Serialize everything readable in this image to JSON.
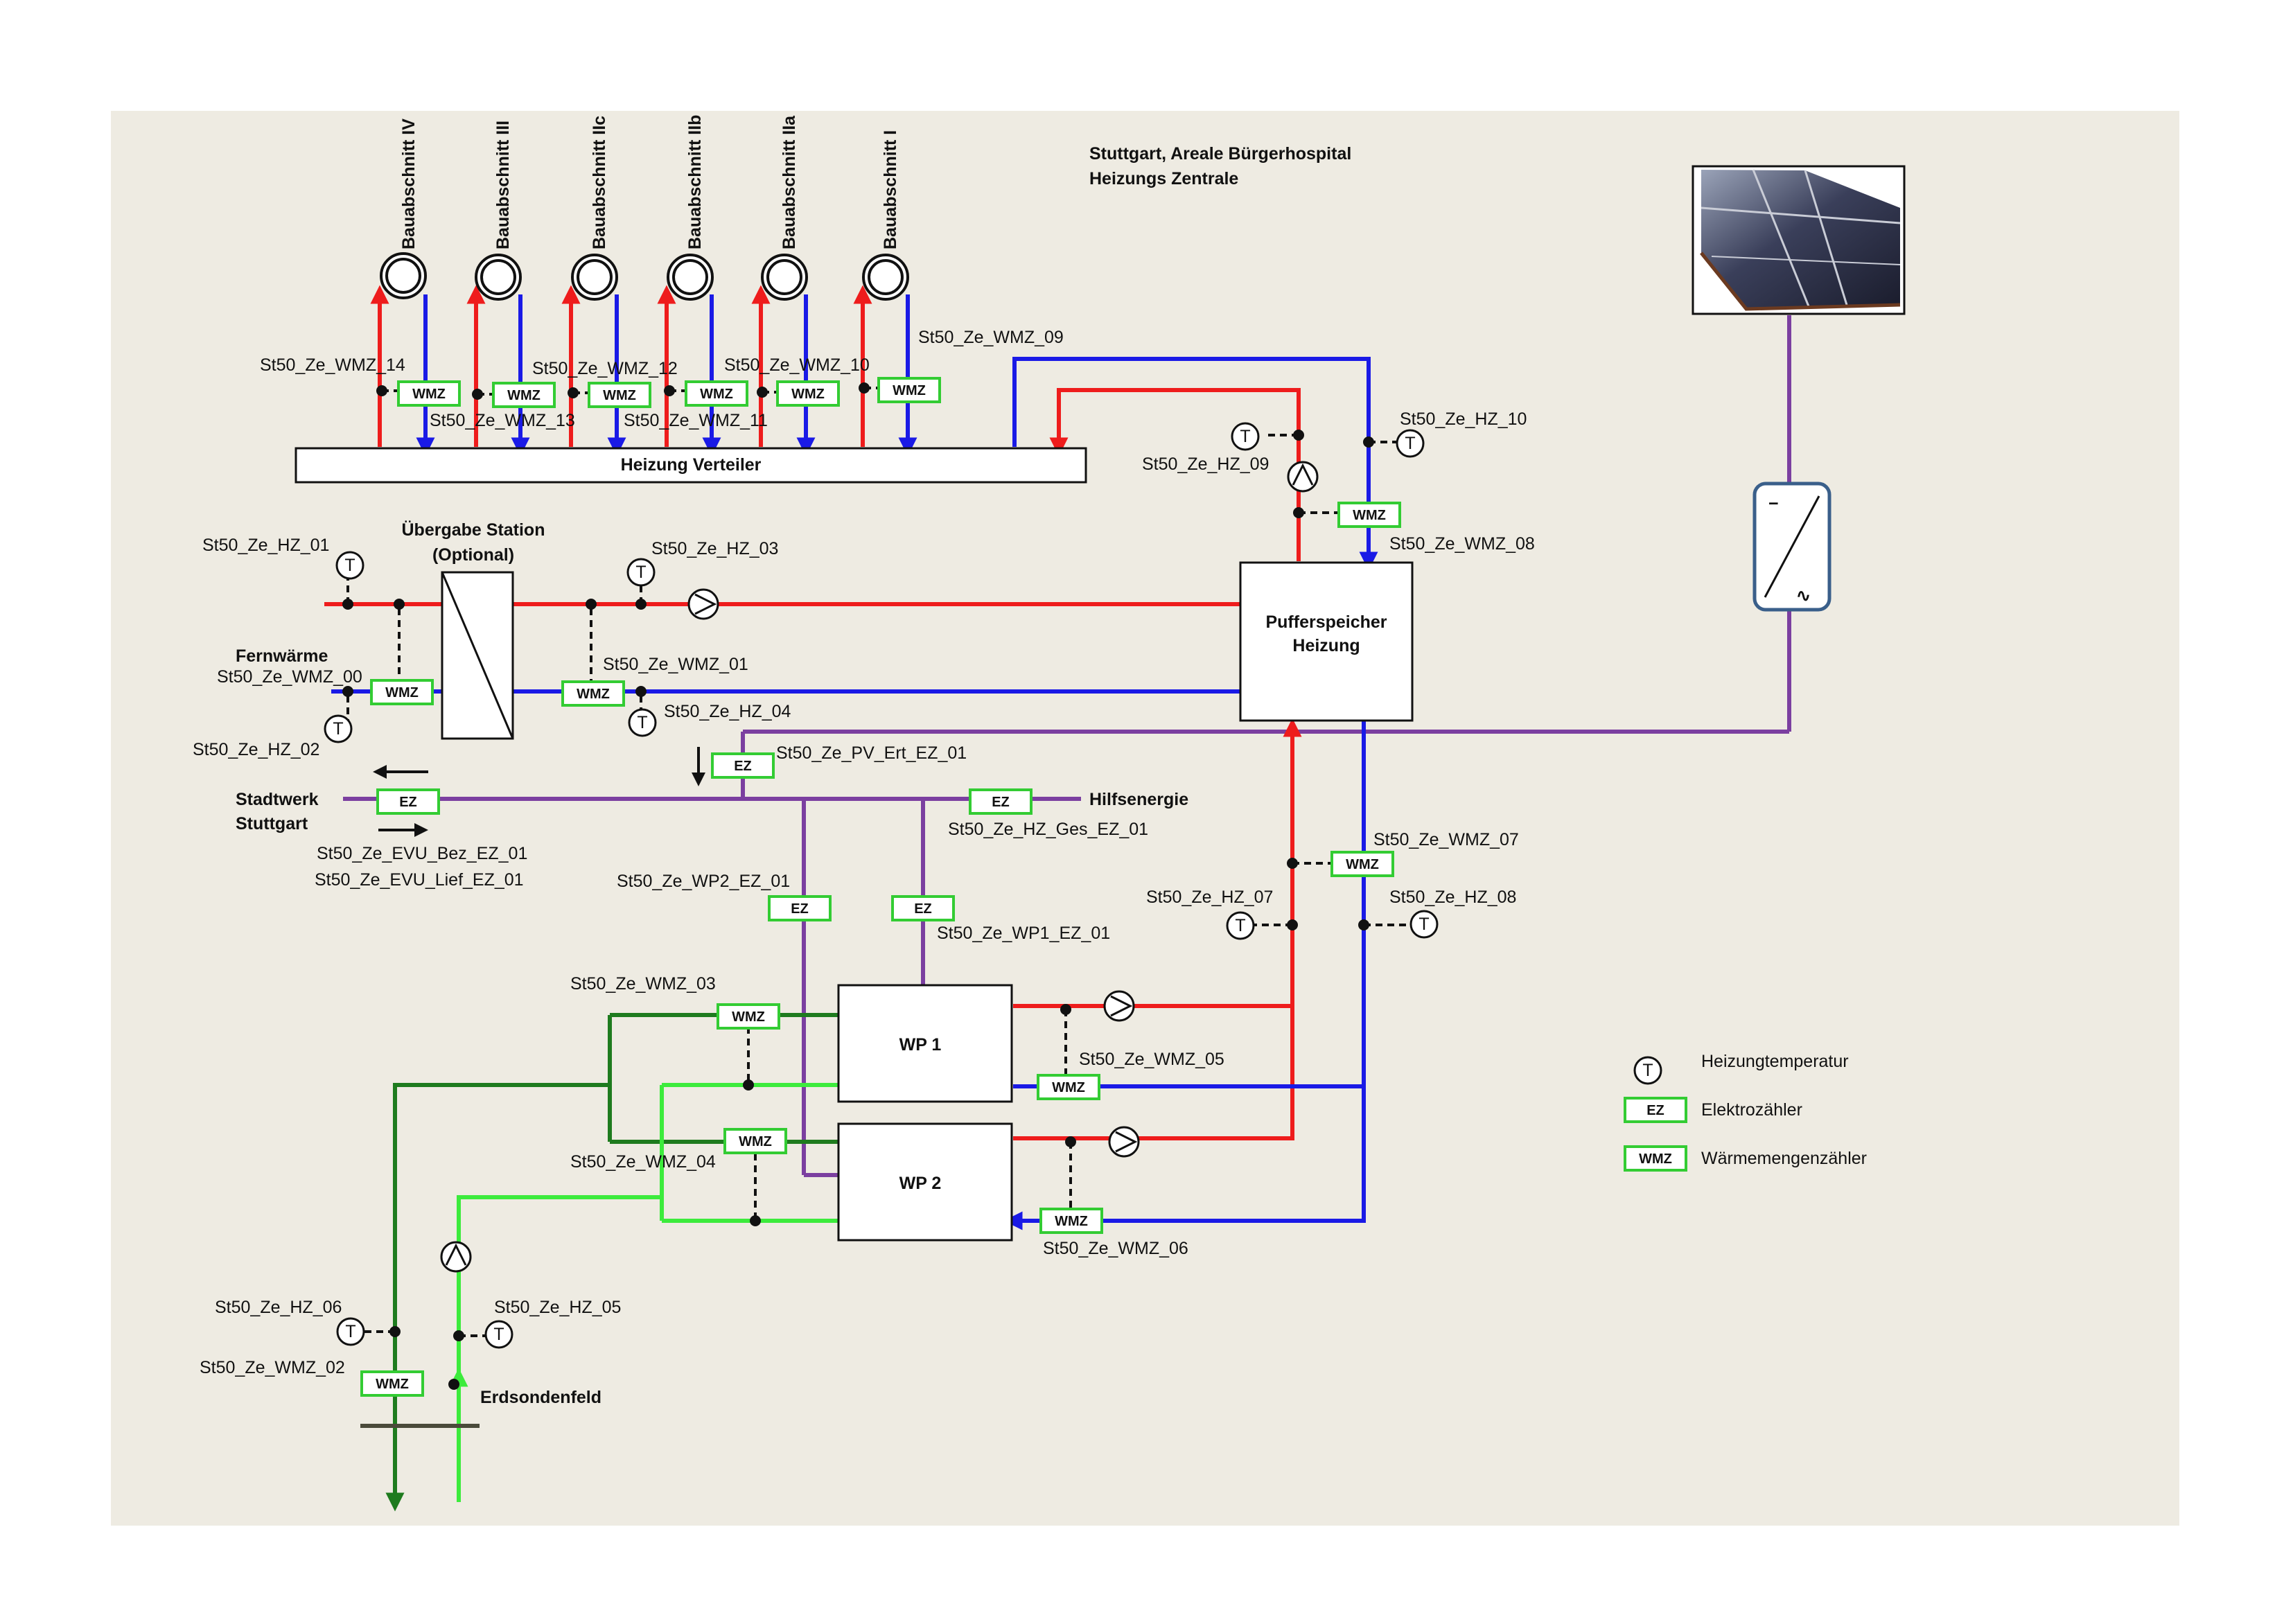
{
  "title": {
    "line1": "Stuttgart, Areale Bürgerhospital",
    "line2": "Heizungs Zentrale"
  },
  "sections": [
    "Bauabschnitt IV",
    "Bauabschnitt III",
    "Bauabschnitt IIc",
    "Bauabschnitt IIb",
    "Bauabschnitt IIa",
    "Bauabschnitt I"
  ],
  "labels": {
    "verteiler": "Heizung Verteiler",
    "uebergabe_1": "Übergabe Station",
    "uebergabe_2": "(Optional)",
    "fernwaerme": "Fernwärme",
    "puffer_1": "Pufferspeicher",
    "puffer_2": "Heizung",
    "stadtwerk_1": "Stadtwerk",
    "stadtwerk_2": "Stuttgart",
    "hilfsenergie": "Hilfsenergie",
    "wp1": "WP 1",
    "wp2": "WP 2",
    "erdsondenfeld": "Erdsondenfeld",
    "wmz": "WMZ",
    "ez": "EZ",
    "t": "T"
  },
  "sensors": {
    "wmz14": "St50_Ze_WMZ_14",
    "wmz13": "St50_Ze_WMZ_13",
    "wmz12": "St50_Ze_WMZ_12",
    "wmz11": "St50_Ze_WMZ_11",
    "wmz10": "St50_Ze_WMZ_10",
    "wmz09": "St50_Ze_WMZ_09",
    "hz10": "St50_Ze_HZ_10",
    "hz09": "St50_Ze_HZ_09",
    "wmz08": "St50_Ze_WMZ_08",
    "hz01": "St50_Ze_HZ_01",
    "hz03": "St50_Ze_HZ_03",
    "wmz00": "St50_Ze_WMZ_00",
    "wmz01": "St50_Ze_WMZ_01",
    "hz04": "St50_Ze_HZ_04",
    "hz02": "St50_Ze_HZ_02",
    "pv_ert": "St50_Ze_PV_Ert_EZ_01",
    "evu_bez": "St50_Ze_EVU_Bez_EZ_01",
    "evu_lief": "St50_Ze_EVU_Lief_EZ_01",
    "hz_ges": "St50_Ze_HZ_Ges_EZ_01",
    "wp2_ez": "St50_Ze_WP2_EZ_01",
    "wp1_ez": "St50_Ze_WP1_EZ_01",
    "wmz07": "St50_Ze_WMZ_07",
    "hz07": "St50_Ze_HZ_07",
    "hz08": "St50_Ze_HZ_08",
    "wmz03": "St50_Ze_WMZ_03",
    "wmz05": "St50_Ze_WMZ_05",
    "wmz04": "St50_Ze_WMZ_04",
    "wmz06": "St50_Ze_WMZ_06",
    "hz06": "St50_Ze_HZ_06",
    "hz05": "St50_Ze_HZ_05",
    "wmz02": "St50_Ze_WMZ_02"
  },
  "legend": {
    "temp": "Heizungtemperatur",
    "ez": "Elektrozähler",
    "wmz": "Wärmemengenzähler"
  },
  "inverter": {
    "dc": "−",
    "ac": "∿"
  },
  "colors": {
    "background": "#EEEBE2",
    "supply": "#EE1C1C",
    "return": "#1A1AE6",
    "electric": "#7B3FA0",
    "ground_dark": "#1E7B1E",
    "ground_light": "#3CEB3C",
    "meter_border": "#33CC33",
    "inverter_border": "#3A5F8A"
  }
}
